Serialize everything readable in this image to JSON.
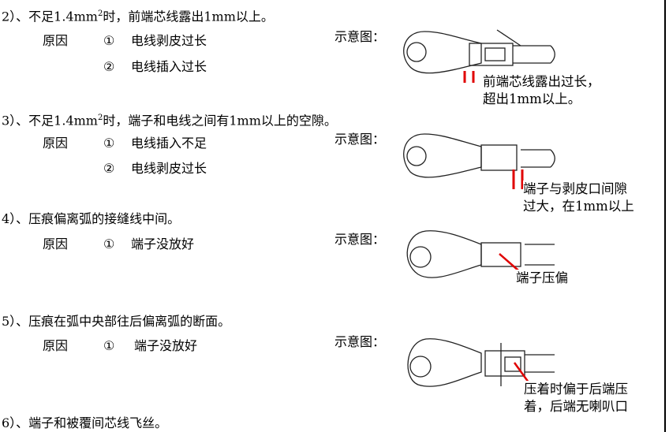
{
  "sections": [
    {
      "head_pre": "2）、不足1.4mm",
      "sup": "2",
      "head_post": "时，前端芯线露出1mm以上。",
      "reason_label": "原因",
      "reasons": [
        {
          "num": "①",
          "text": "电线剥皮过长"
        },
        {
          "num": "②",
          "text": "电线插入过长"
        }
      ],
      "diagram_label": "示意图：",
      "note": [
        "前端芯线露出过长，",
        "超出1mm以上。"
      ]
    },
    {
      "head_pre": "3）、不足1.4mm",
      "sup": "2",
      "head_post": "时，端子和电线之间有1mm以上的空隙。",
      "reason_label": "原因",
      "reasons": [
        {
          "num": "①",
          "text": "电线插入不足"
        },
        {
          "num": "②",
          "text": "电线剥皮过长"
        }
      ],
      "diagram_label": "示意图：",
      "note": [
        "端子与剥皮口间隙",
        "过大，在1mm以上"
      ]
    },
    {
      "head": "4）、压痕偏离弧的接缝线中间。",
      "reason_label": "原因",
      "reasons": [
        {
          "num": "①",
          "text": "端子没放好"
        }
      ],
      "diagram_label": "示意图：",
      "note": [
        "端子压偏"
      ]
    },
    {
      "head": "5）、压痕在弧中央部往后偏离弧的断面。",
      "reason_label": "原因",
      "reasons": [
        {
          "num": "①",
          "text": "端子没放好"
        }
      ],
      "diagram_label": "示意图：",
      "note": [
        "压着时偏于后端压",
        "着，后端无喇叭口"
      ]
    },
    {
      "head": "6）、端子和被覆间芯线飞丝。"
    }
  ],
  "colors": {
    "marker": "#e00000"
  }
}
